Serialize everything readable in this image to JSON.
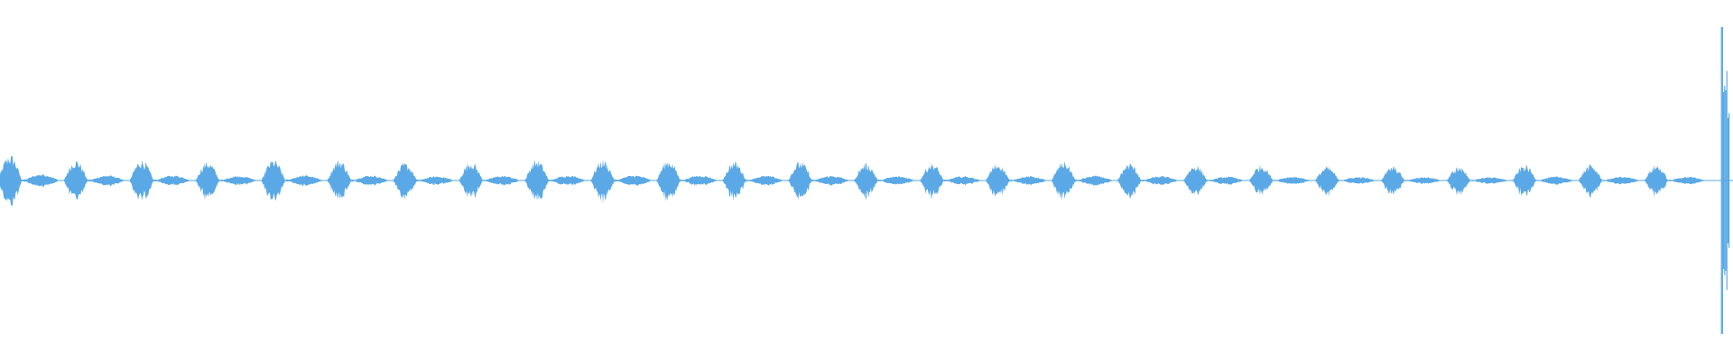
{
  "waveform": {
    "color": "#5aa9e6",
    "bursts": [
      {
        "t": 0.006,
        "amp": 0.15
      },
      {
        "t": 0.044,
        "amp": 0.12
      },
      {
        "t": 0.082,
        "amp": 0.12
      },
      {
        "t": 0.12,
        "amp": 0.11
      },
      {
        "t": 0.158,
        "amp": 0.12
      },
      {
        "t": 0.196,
        "amp": 0.12
      },
      {
        "t": 0.234,
        "amp": 0.1
      },
      {
        "t": 0.272,
        "amp": 0.11
      },
      {
        "t": 0.31,
        "amp": 0.12
      },
      {
        "t": 0.348,
        "amp": 0.12
      },
      {
        "t": 0.386,
        "amp": 0.12
      },
      {
        "t": 0.424,
        "amp": 0.11
      },
      {
        "t": 0.462,
        "amp": 0.11
      },
      {
        "t": 0.5,
        "amp": 0.1
      },
      {
        "t": 0.538,
        "amp": 0.1
      },
      {
        "t": 0.576,
        "amp": 0.1
      },
      {
        "t": 0.614,
        "amp": 0.11
      },
      {
        "t": 0.652,
        "amp": 0.1
      },
      {
        "t": 0.69,
        "amp": 0.09
      },
      {
        "t": 0.728,
        "amp": 0.09
      },
      {
        "t": 0.766,
        "amp": 0.08
      },
      {
        "t": 0.804,
        "amp": 0.08
      },
      {
        "t": 0.842,
        "amp": 0.08
      },
      {
        "t": 0.88,
        "amp": 0.09
      },
      {
        "t": 0.918,
        "amp": 0.09
      },
      {
        "t": 0.956,
        "amp": 0.09
      }
    ],
    "final_spike": {
      "t": 0.997,
      "amp": 0.85
    }
  }
}
